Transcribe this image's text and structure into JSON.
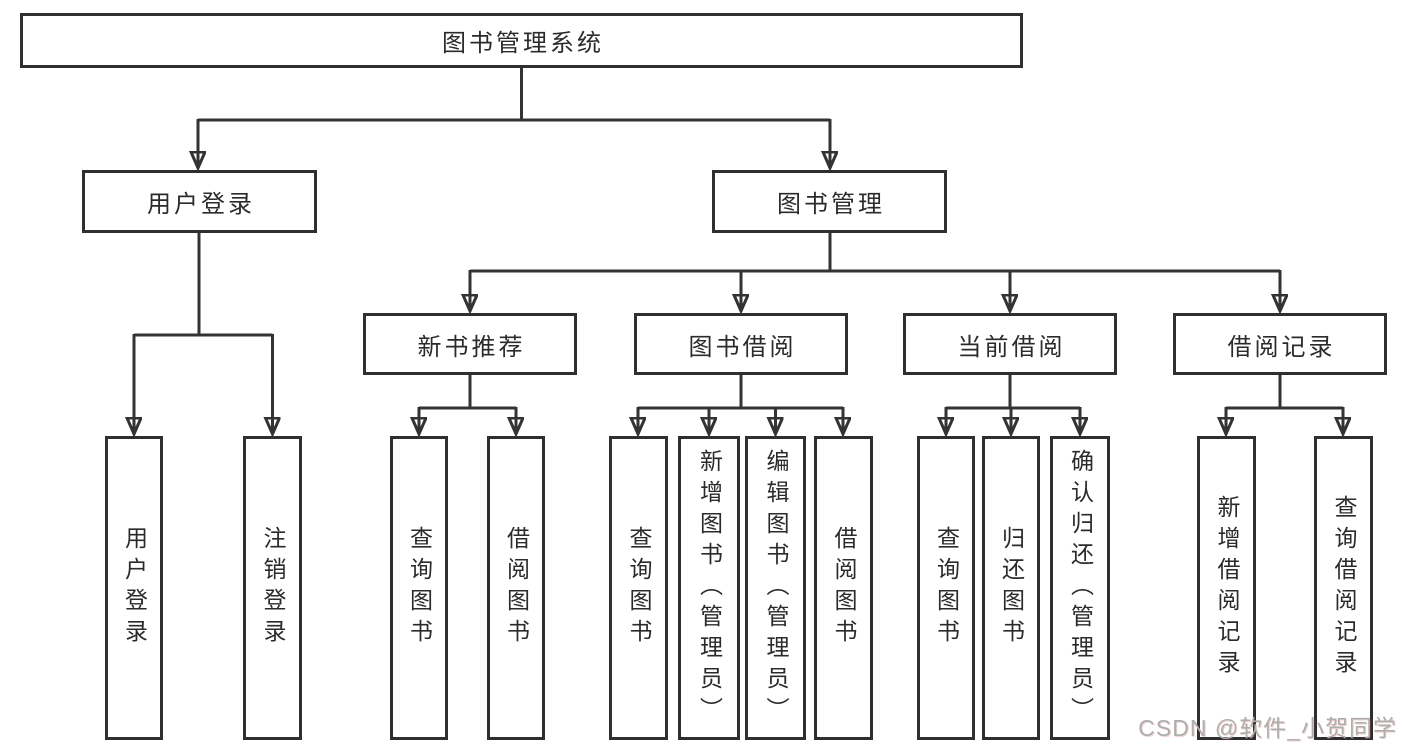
{
  "nodes": {
    "root": "图书管理系统",
    "user_login": "用户登录",
    "book_mgmt": "图书管理",
    "new_book_rec": "新书推荐",
    "book_borrow": "图书借阅",
    "current_borrow": "当前借阅",
    "borrow_records": "借阅记录",
    "leaf_user_login": "用户登录",
    "leaf_logout": "注销登录",
    "leaf_query_book_1": "查询图书",
    "leaf_borrow_book_1": "借阅图书",
    "leaf_query_book_2": "查询图书",
    "leaf_add_book": "新增图书（管理员）",
    "leaf_edit_book": "编辑图书（管理员）",
    "leaf_borrow_book_2": "借阅图书",
    "leaf_query_book_3": "查询图书",
    "leaf_return_book": "归还图书",
    "leaf_confirm_return": "确认归还（管理员）",
    "leaf_add_record": "新增借阅记录",
    "leaf_query_record": "查询借阅记录"
  },
  "colors": {
    "line": "#333333",
    "border": "#2f2f2f",
    "text": "#2b2b2b",
    "watermark": "#adadad"
  },
  "watermark": "CSDN @软件_小贺同学"
}
